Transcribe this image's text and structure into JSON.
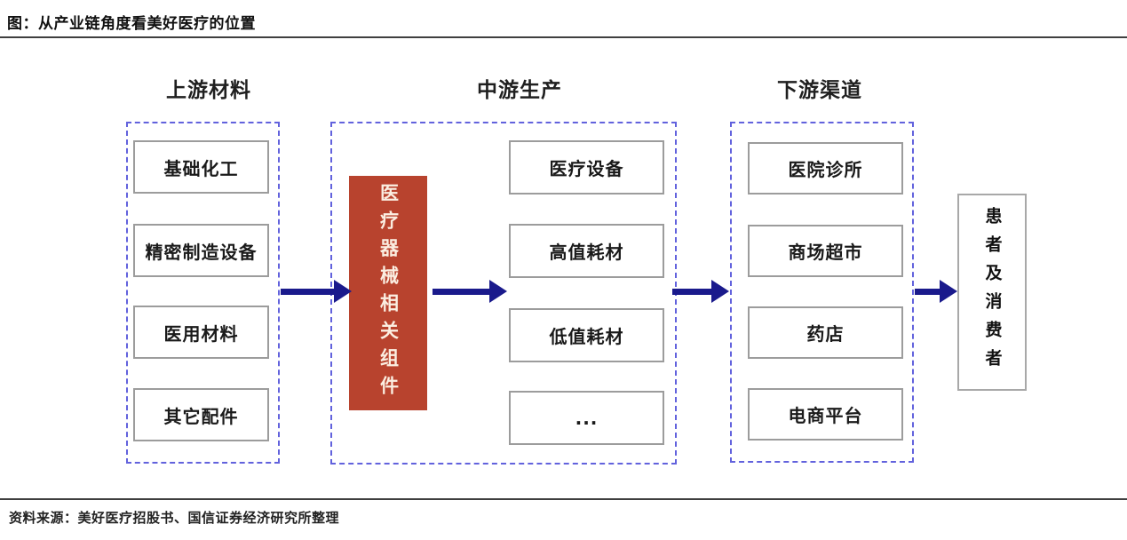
{
  "title": "图：从产业链角度看美好医疗的位置",
  "source": "资料来源：美好医疗招股书、国信证券经济研究所整理",
  "columns": [
    {
      "header": "上游材料",
      "items": [
        "基础化工",
        "精密制造设备",
        "医用材料",
        "其它配件"
      ]
    },
    {
      "header": "中游生产",
      "highlight_label": "医疗器械相关组件",
      "items": [
        "医疗设备",
        "高值耗材",
        "低值耗材",
        "..."
      ]
    },
    {
      "header": "下游渠道",
      "items": [
        "医院诊所",
        "商场超市",
        "药店",
        "电商平台"
      ]
    }
  ],
  "terminal_label": "患者及消费者",
  "colors": {
    "highlight_red": "#b8432e",
    "arrow_navy": "#1a1a8c",
    "group_border_blue": "#6262dd"
  }
}
